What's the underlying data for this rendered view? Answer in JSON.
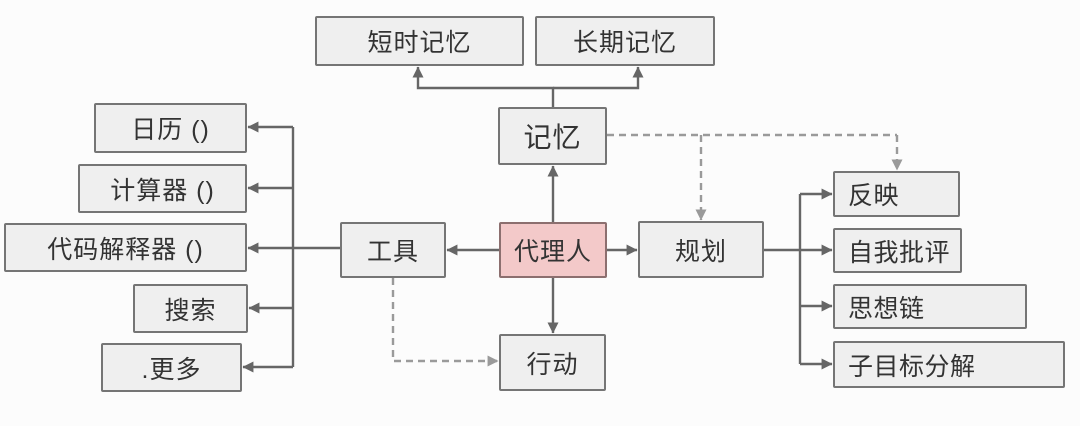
{
  "nodes": {
    "short_term_memory": {
      "label": "短时记忆"
    },
    "long_term_memory": {
      "label": "长期记忆"
    },
    "memory": {
      "label": "记忆"
    },
    "agent": {
      "label": "代理人"
    },
    "tools": {
      "label": "工具"
    },
    "planning": {
      "label": "规划"
    },
    "action": {
      "label": "行动"
    },
    "calendar": {
      "label": "日历 ()"
    },
    "calculator": {
      "label": "计算器 ()"
    },
    "code_interpreter": {
      "label": "代码解释器 ()"
    },
    "search": {
      "label": "搜索"
    },
    "more": {
      "label": ".更多"
    },
    "reflection": {
      "label": "反映"
    },
    "self_criticism": {
      "label": "自我批评"
    },
    "chain_of_thought": {
      "label": "思想链"
    },
    "subgoal_decomposition": {
      "label": "子目标分解"
    }
  },
  "edges": [
    {
      "from": "memory",
      "to": "short_term_memory",
      "style": "solid"
    },
    {
      "from": "memory",
      "to": "long_term_memory",
      "style": "solid"
    },
    {
      "from": "agent",
      "to": "memory",
      "style": "solid"
    },
    {
      "from": "agent",
      "to": "tools",
      "style": "solid"
    },
    {
      "from": "agent",
      "to": "planning",
      "style": "solid"
    },
    {
      "from": "agent",
      "to": "action",
      "style": "solid"
    },
    {
      "from": "tools",
      "to": "calendar",
      "style": "solid"
    },
    {
      "from": "tools",
      "to": "calculator",
      "style": "solid"
    },
    {
      "from": "tools",
      "to": "code_interpreter",
      "style": "solid"
    },
    {
      "from": "tools",
      "to": "search",
      "style": "solid"
    },
    {
      "from": "tools",
      "to": "more",
      "style": "solid"
    },
    {
      "from": "planning",
      "to": "reflection",
      "style": "solid"
    },
    {
      "from": "planning",
      "to": "self_criticism",
      "style": "solid"
    },
    {
      "from": "planning",
      "to": "chain_of_thought",
      "style": "solid"
    },
    {
      "from": "planning",
      "to": "subgoal_decomposition",
      "style": "solid"
    },
    {
      "from": "memory",
      "to": "planning",
      "style": "dashed"
    },
    {
      "from": "memory",
      "to": "reflection",
      "style": "dashed"
    },
    {
      "from": "tools",
      "to": "action",
      "style": "dashed"
    }
  ],
  "colors": {
    "background": "#fcfcfc",
    "node_fill": "#efefef",
    "node_border": "#757575",
    "agent_fill": "#f3c9c9",
    "agent_border": "#8c6f6f",
    "solid_line": "#666666",
    "dashed_line": "#9a9a9a",
    "text": "#333333"
  }
}
